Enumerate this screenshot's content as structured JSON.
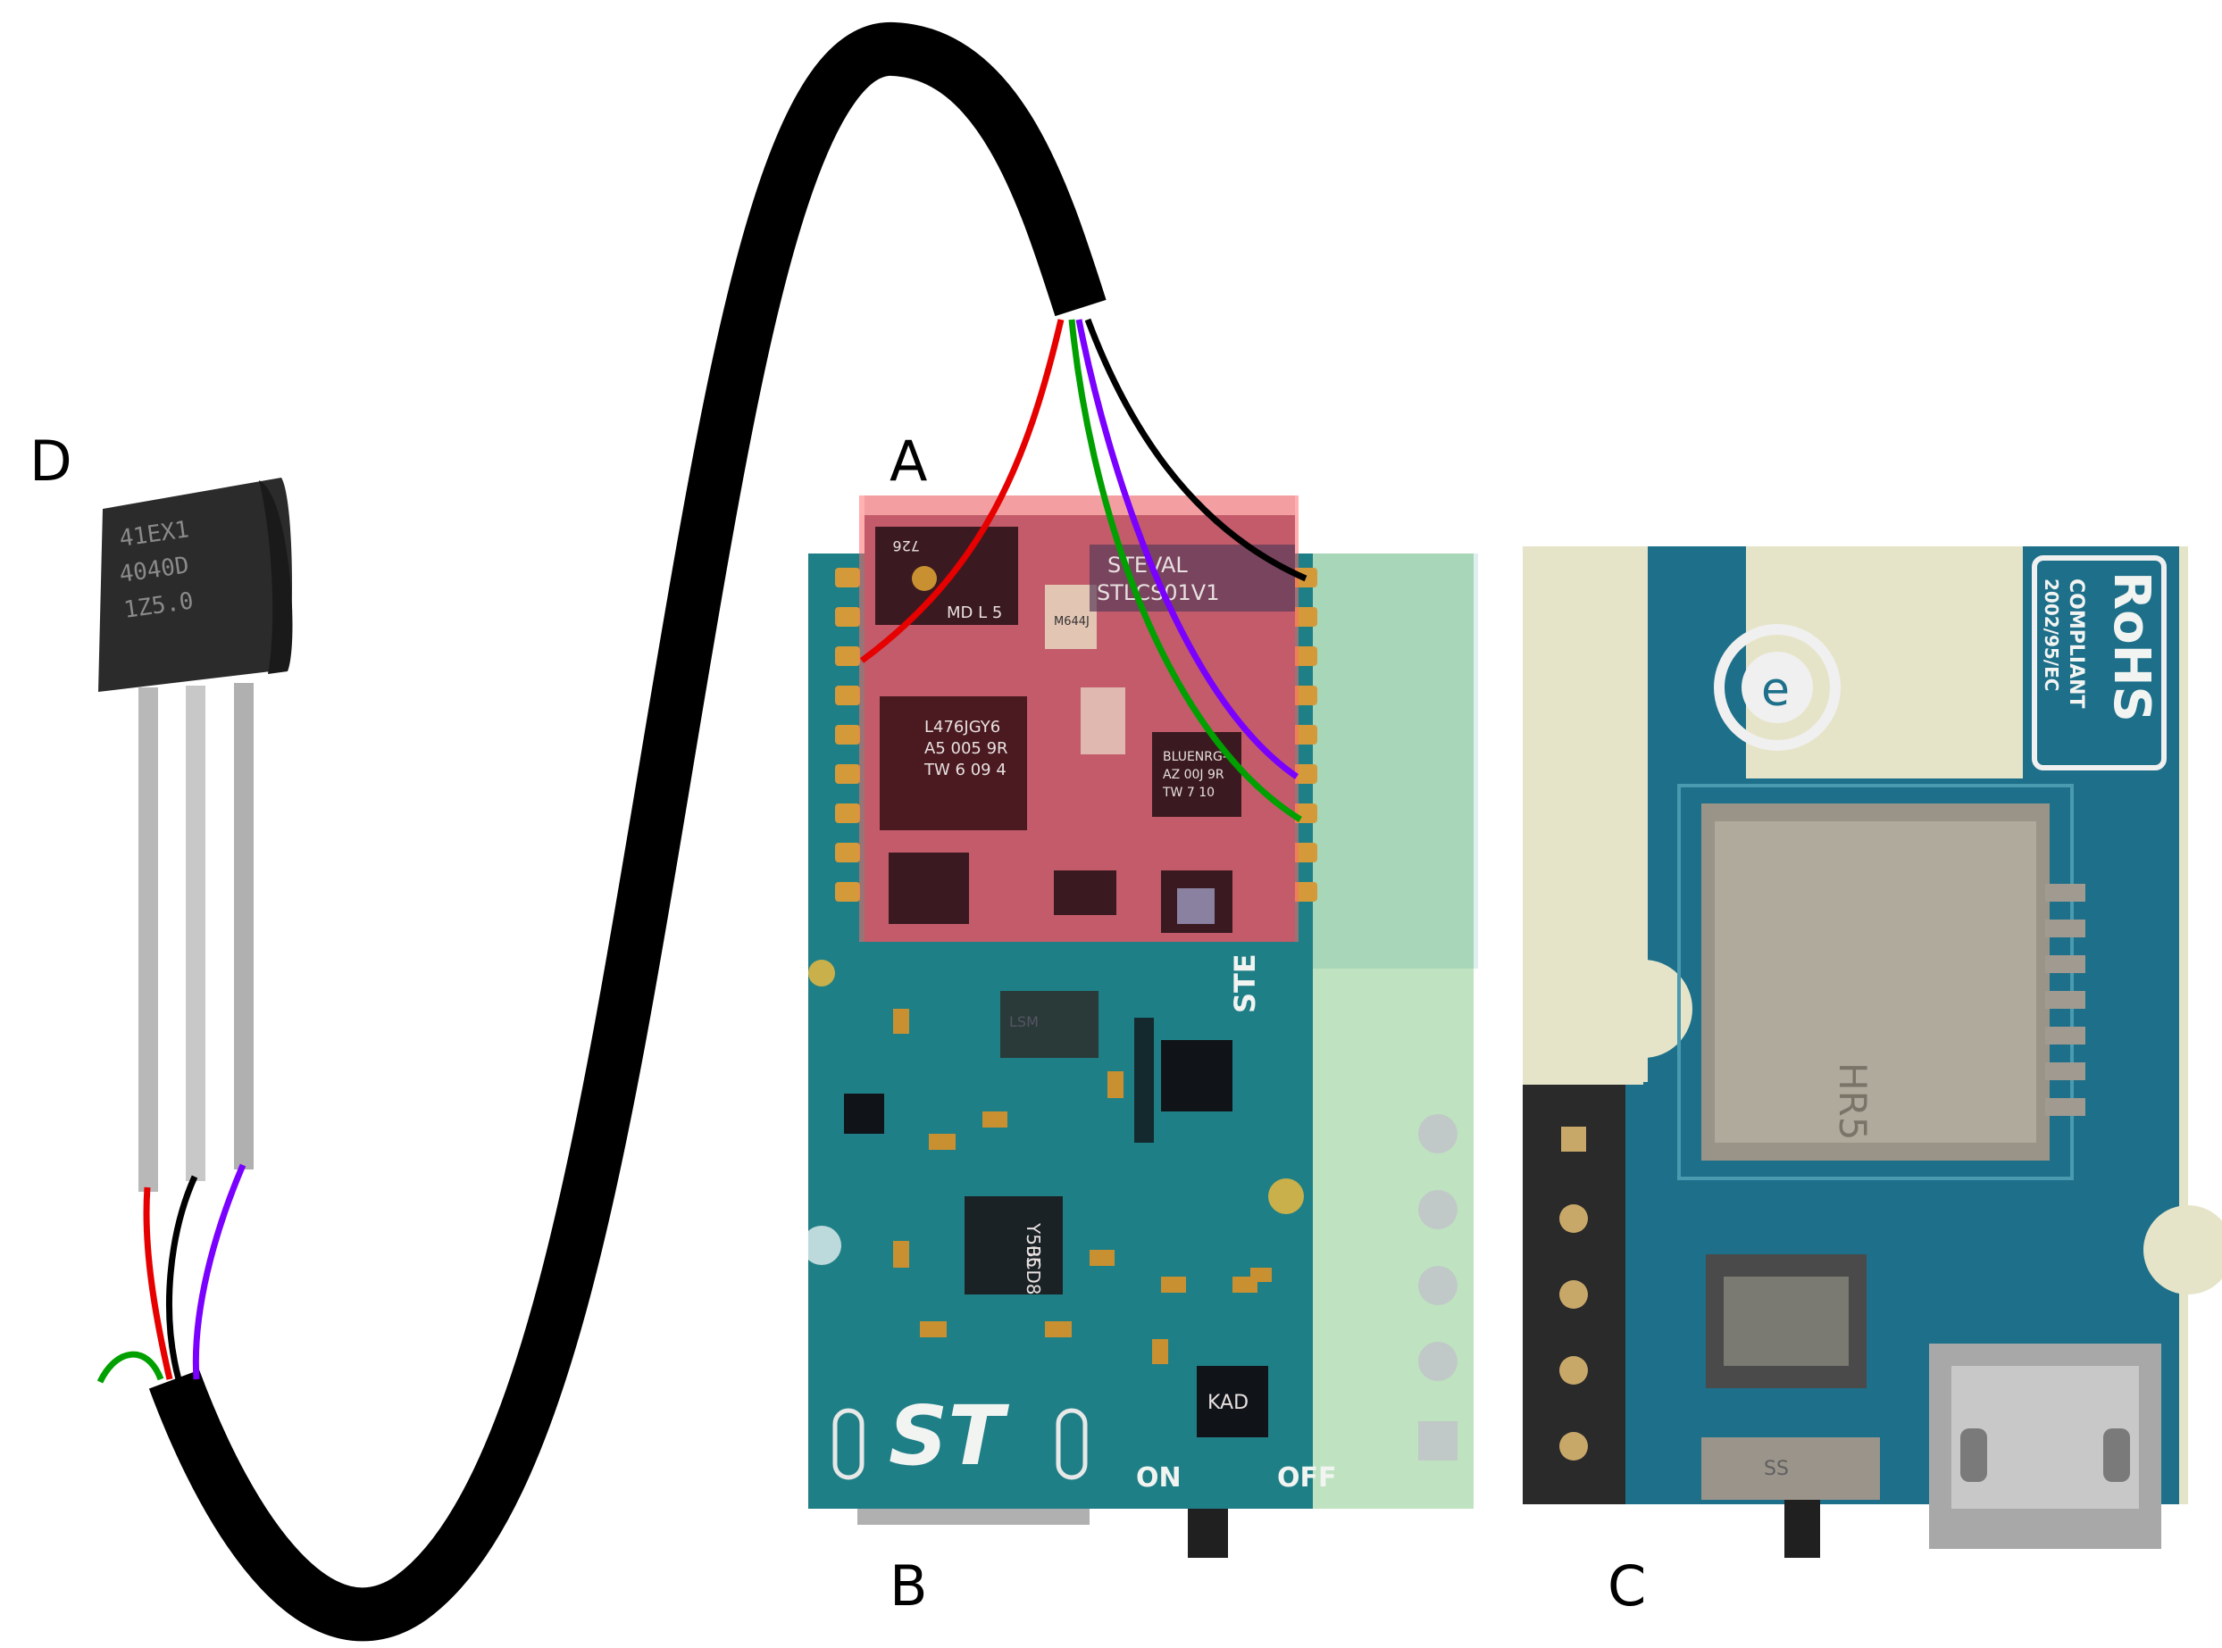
{
  "labels": {
    "a": "A",
    "b": "B",
    "c": "C",
    "d": "D"
  },
  "sensor": {
    "marking_line1": "41EX1",
    "marking_line2": "4040D",
    "marking_line3": "1Z5.0"
  },
  "board_b": {
    "module_line1": "STEVAL",
    "module_line2": "STLCS01V1",
    "mcu_line1": "L476JGY6",
    "mcu_line2": "A5 005 9R",
    "mcu_line3": "TW 6 09 4",
    "ble_line1": "BLUENRG-",
    "ble_line2": "AZ 00J 9R",
    "ble_line3": "TW 7 10",
    "chip_small": "MD L 5",
    "crystal": "M644J",
    "code_726": "726",
    "code_y505": "Y505",
    "code_bcd8": "BCD8",
    "code_kad": "KAD",
    "side_silk": "STE",
    "switch_on": "ON",
    "switch_off": "OFF",
    "logo": "ST"
  },
  "board_c": {
    "rohs_title": "RoHS",
    "rohs_line1": "COMPLIANT",
    "rohs_line2": "2002/95/EC",
    "eco_symbol": "e",
    "sd_marking": "HR5",
    "switch_marking": "SS"
  },
  "colors": {
    "cable": "#000000",
    "wire_red": "#e60000",
    "wire_black": "#000000",
    "wire_green": "#00a000",
    "wire_purple": "#7a00ff",
    "pcb": "#1f7f86",
    "highlight_a": "#ff6a6a",
    "highlight_green": "#bfe3c0"
  },
  "icons": [
    "to92-sensor",
    "cable",
    "st-logo",
    "recycle-e-icon",
    "rohs-badge",
    "microsd-slot",
    "usb-connector"
  ]
}
